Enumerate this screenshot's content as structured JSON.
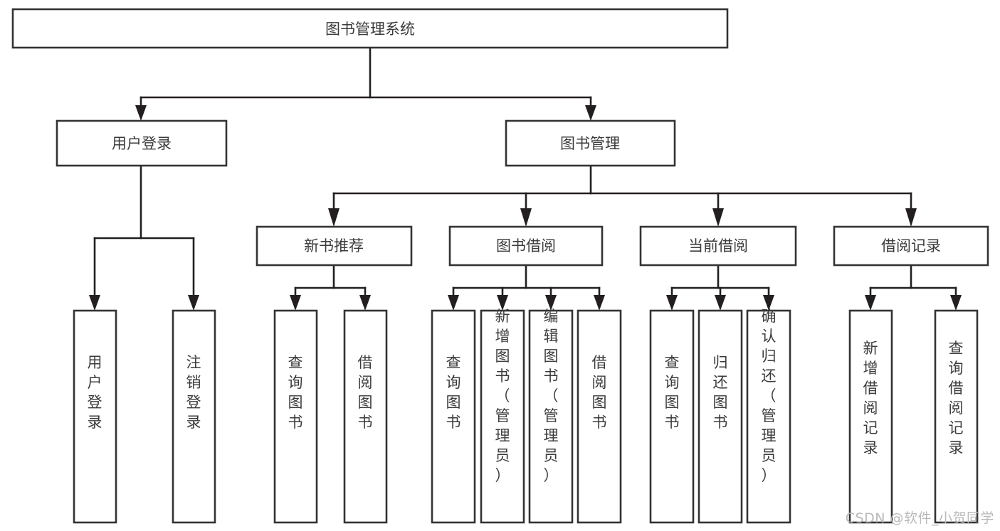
{
  "diagram": {
    "type": "tree-hierarchy",
    "title": "图书管理系统",
    "watermark": "CSDN @软件_小贺同学",
    "colors": {
      "box_stroke": "#333333",
      "box_fill": "#ffffff",
      "connector": "#231f20",
      "text": "#3b3b3b",
      "watermark": "#b9b9b9",
      "background": "#ffffff"
    },
    "levels": {
      "root": "图书管理系统",
      "level2": [
        "用户登录",
        "图书管理"
      ],
      "level3": [
        "新书推荐",
        "图书借阅",
        "当前借阅",
        "借阅记录"
      ]
    },
    "nodes": {
      "root": {
        "label": "图书管理系统"
      },
      "user_login": {
        "label": "用户登录"
      },
      "book_manage": {
        "label": "图书管理"
      },
      "new_book_rec": {
        "label": "新书推荐"
      },
      "book_borrow": {
        "label": "图书借阅"
      },
      "current_borrow": {
        "label": "当前借阅"
      },
      "borrow_record": {
        "label": "借阅记录"
      }
    },
    "leaves": {
      "user_login": [
        {
          "label": "用户登录"
        },
        {
          "label": "注销登录"
        }
      ],
      "new_book_rec": [
        {
          "label": "查询图书"
        },
        {
          "label": "借阅图书"
        }
      ],
      "book_borrow": [
        {
          "label": "查询图书"
        },
        {
          "label": "新增图书（管理员）"
        },
        {
          "label": "编辑图书（管理员）"
        },
        {
          "label": "借阅图书"
        }
      ],
      "current_borrow": [
        {
          "label": "查询图书"
        },
        {
          "label": "归还图书"
        },
        {
          "label": "确认归还（管理员）"
        }
      ],
      "borrow_record": [
        {
          "label": "新增借阅记录"
        },
        {
          "label": "查询借阅记录"
        }
      ]
    }
  }
}
